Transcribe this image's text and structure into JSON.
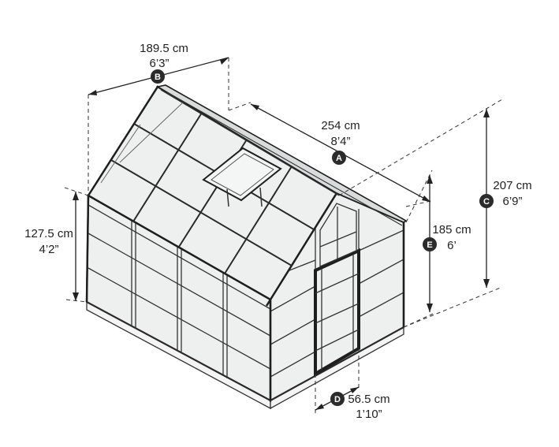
{
  "dimensions": [
    {
      "id": "B",
      "metric": "189.5 cm",
      "imperial": "6’3”"
    },
    {
      "id": "A",
      "metric": "254 cm",
      "imperial": "8’4”"
    },
    {
      "id": "C",
      "metric": "207 cm",
      "imperial": "6’9”"
    },
    {
      "id": "E",
      "metric": "185 cm",
      "imperial": "6’"
    },
    {
      "id": "side",
      "metric": "127.5 cm",
      "imperial": "4’2”"
    },
    {
      "id": "D",
      "metric": "56.5 cm",
      "imperial": "1’10”"
    }
  ],
  "colors": {
    "line": "#222222",
    "badge": "#2b2b2b",
    "glass": "#eef0f0"
  }
}
